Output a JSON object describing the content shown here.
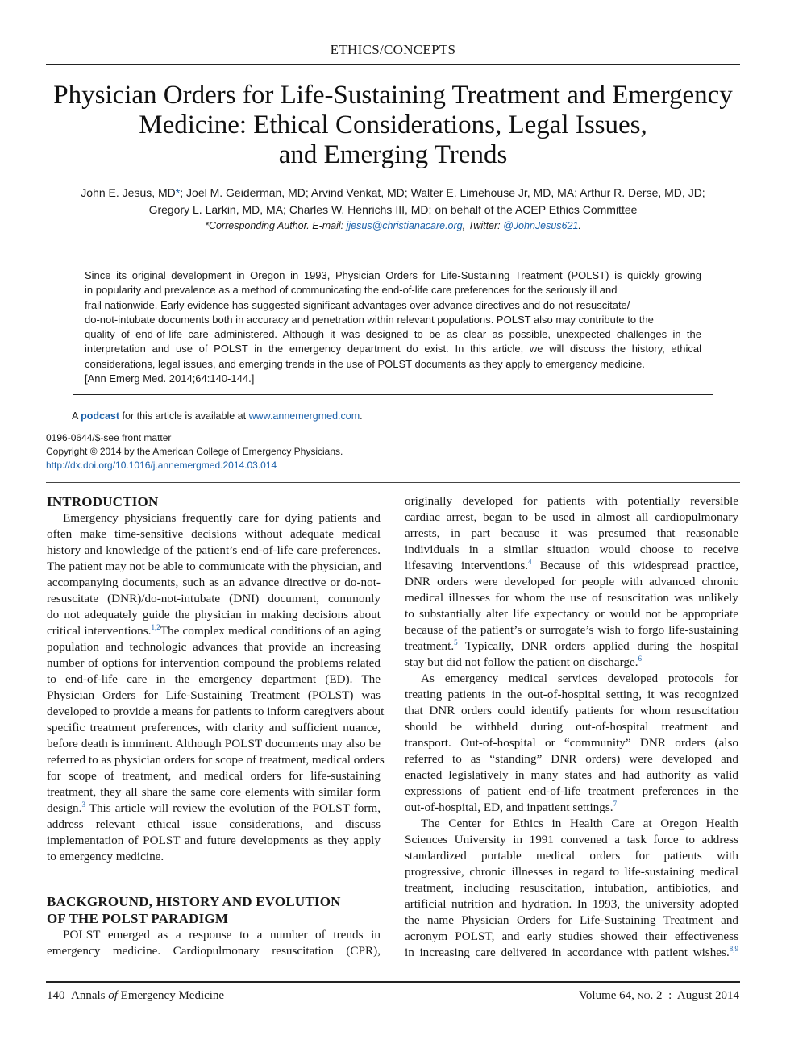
{
  "header": {
    "section": "ETHICS/CONCEPTS"
  },
  "title_lines": [
    "Physician Orders for Life-Sustaining Treatment and Emergency",
    "Medicine: Ethical Considerations, Legal Issues,",
    "and Emerging Trends"
  ],
  "authors": {
    "line1_a": "John E. Jesus, MD",
    "line1_star": "*",
    "line1_b": "; Joel M. Geiderman, MD; Arvind Venkat, MD; Walter E. Limehouse Jr, MD, MA; Arthur R. Derse, MD, JD;",
    "line2": "Gregory L. Larkin, MD, MA; Charles W. Henrichs III, MD; on behalf of the ACEP Ethics Committee"
  },
  "corresponding": {
    "prefix": "*Corresponding Author. E-mail: ",
    "email": "jjesus@christianacare.org",
    "mid": ", Twitter: ",
    "twitter": "@JohnJesus621",
    "suffix": "."
  },
  "abstract_lines": [
    "Since its original development in Oregon in 1993, Physician Orders for Life-Sustaining Treatment (POLST) is quickly growing",
    "in popularity and prevalence as a method of communicating the end-of-life care preferences for the seriously ill and",
    "frail nationwide. Early evidence has suggested significant advantages over advance directives and do-not-resuscitate/",
    "do-not-intubate documents both in accuracy and penetration within relevant populations. POLST also may contribute to the",
    "quality of end-of-life care administered. Although it was designed to be as clear as possible, unexpected challenges in the",
    "interpretation and use of POLST in the emergency department do exist. In this article, we will discuss the history, ethical",
    "considerations, legal issues, and emerging trends in the use of POLST documents as they apply to emergency medicine.",
    "[Ann Emerg Med. 2014;64:140-144.]"
  ],
  "podcast": {
    "prefix": "A ",
    "bold_link": "podcast",
    "mid": " for this article is available at ",
    "url": "www.annemergmed.com",
    "suffix": "."
  },
  "front_matter": {
    "issn": "0196-0644/$-see front matter",
    "copyright": "Copyright © 2014 by the American College of Emergency Physicians.",
    "doi": "http://dx.doi.org/10.1016/j.annemergmed.2014.03.014"
  },
  "left_column": {
    "intro_heading": "INTRODUCTION",
    "intro_lines": [
      "Emergency physicians frequently care for dying patients and",
      "often make time-sensitive decisions without adequate medical",
      "history and knowledge of the patient’s end-of-life care preferences.",
      "The patient may not be able to communicate with the physician, and",
      "accompanying documents, such as an advance directive or do-not-",
      "resuscitate (DNR)/do-not-intubate (DNI) document, commonly",
      "do not adequately guide the physician in making decisions about",
      "critical interventions.",
      "The complex medical conditions of an aging",
      "population and technologic advances that provide an increasing",
      "number of options for intervention compound the problems related",
      "to end-of-life care in the emergency department (ED). The",
      "Physician Orders for Life-Sustaining Treatment (POLST) was",
      "developed to provide a means for patients to inform caregivers about",
      "specific treatment preferences, with clarity and sufficient nuance,",
      "before death is imminent. Although POLST documents may also be",
      "referred to as physician orders for scope of treatment, medical orders",
      "for scope of treatment, and medical orders for life-sustaining",
      "treatment, they all share the same core elements with similar form",
      "design.",
      " This article will review the evolution of the POLST form,",
      "address relevant ethical issue considerations, and discuss",
      "implementation of POLST and future developments as they apply",
      "to emergency medicine."
    ],
    "refs": {
      "r12": "1,2",
      "r3": "3"
    },
    "bg_heading_1": "BACKGROUND, HISTORY AND EVOLUTION",
    "bg_heading_2": "OF THE POLST PARADIGM",
    "bg_lines": [
      "POLST emerged as a response to a number of trends in",
      "emergency medicine. Cardiopulmonary resuscitation (CPR),"
    ]
  },
  "right_column": {
    "lines": [
      "originally developed for patients with potentially reversible",
      "cardiac arrest, began to be used in almost all cardiopulmonary",
      "arrests, in part because it was presumed that reasonable",
      "individuals in a similar situation would choose to receive",
      "lifesaving interventions.",
      " Because of this widespread practice,",
      "DNR orders were developed for people with advanced chronic",
      "medical illnesses for whom the use of resuscitation was unlikely",
      "to substantially alter life expectancy or would not be appropriate",
      "because of the patient’s or surrogate’s wish to forgo life-sustaining",
      "treatment.",
      " Typically, DNR orders applied during the hospital",
      "stay but did not follow the patient on discharge.",
      "As emergency medical services developed protocols for",
      "treating patients in the out-of-hospital setting, it was recognized",
      "that DNR orders could identify patients for whom resuscitation",
      "should be withheld during out-of-hospital treatment and",
      "transport. Out-of-hospital or “community” DNR orders (also",
      "referred to as “standing” DNR orders) were developed and",
      "enacted legislatively in many states and had authority as valid",
      "expressions of patient end-of-life treatment preferences in the",
      "out-of-hospital, ED, and inpatient settings.",
      "The Center for Ethics in Health Care at Oregon Health",
      "Sciences University in 1991 convened a task force to address",
      "standardized portable medical orders for patients with",
      "progressive, chronic illnesses in regard to life-sustaining medical",
      "treatment, including resuscitation, intubation, antibiotics, and",
      "artificial nutrition and hydration. In 1993, the university adopted",
      "the name Physician Orders for Life-Sustaining Treatment and",
      "acronym POLST, and early studies showed their effectiveness",
      "in increasing care delivered in accordance with patient wishes."
    ],
    "refs": {
      "r4": "4",
      "r5": "5",
      "r6": "6",
      "r7": "7",
      "r89": "8,9"
    }
  },
  "footer": {
    "page": "140",
    "journal_a": "Annals ",
    "journal_of": "of",
    "journal_b": " Emergency Medicine",
    "volume": "Volume 64, ",
    "issue": "no. 2",
    "sep": "  :  ",
    "date": "August 2014"
  }
}
